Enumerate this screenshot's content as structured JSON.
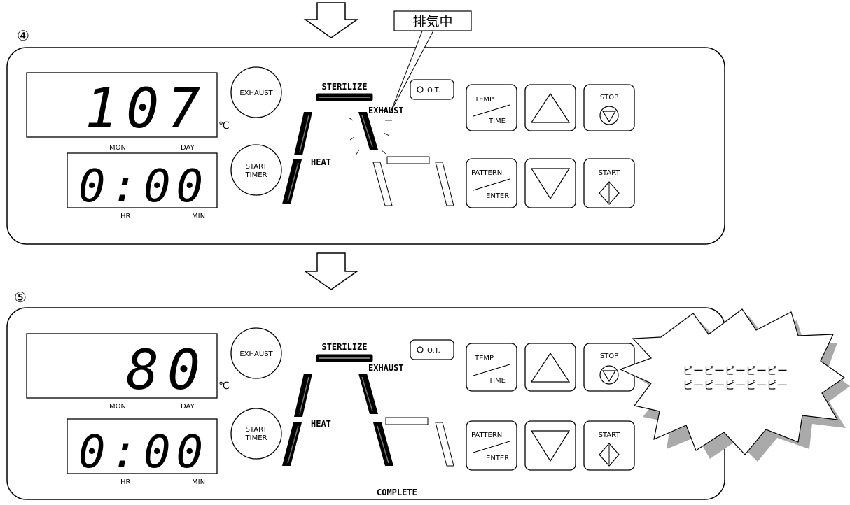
{
  "steps": [
    {
      "number": "④",
      "callout": "排気中",
      "temp_display": "107",
      "temp_unit": "℃",
      "date_labels": {
        "left": "MON",
        "right": "DAY"
      },
      "timer_display": "0:00",
      "time_labels": {
        "left": "HR",
        "right": "MIN"
      },
      "exhaust_button": "EXHAUST",
      "start_timer_button": [
        "START",
        "TIMER"
      ],
      "phase_labels": {
        "sterilize": "STERILIZE",
        "heat": "HEAT",
        "exhaust": "EXHAUST",
        "complete": ""
      },
      "ot_indicator": "O.T.",
      "temp_time_button": {
        "top": "TEMP",
        "bottom": "TIME"
      },
      "pattern_enter_button": {
        "top": "PATTERN",
        "bottom": "ENTER"
      },
      "stop_button": "STOP",
      "start_button": "START"
    },
    {
      "number": "⑤",
      "callout": "",
      "temp_display": "80",
      "temp_unit": "℃",
      "date_labels": {
        "left": "MON",
        "right": "DAY"
      },
      "timer_display": "0:00",
      "time_labels": {
        "left": "HR",
        "right": "MIN"
      },
      "exhaust_button": "EXHAUST",
      "start_timer_button": [
        "START",
        "TIMER"
      ],
      "phase_labels": {
        "sterilize": "STERILIZE",
        "heat": "HEAT",
        "exhaust": "EXHAUST",
        "complete": "COMPLETE"
      },
      "ot_indicator": "O.T.",
      "temp_time_button": {
        "top": "TEMP",
        "bottom": "TIME"
      },
      "pattern_enter_button": {
        "top": "PATTERN",
        "bottom": "ENTER"
      },
      "stop_button": "STOP",
      "start_button": "START",
      "beep_lines": [
        "ピーピーピーピーピー",
        "ピーピーピーピーピー"
      ]
    }
  ]
}
